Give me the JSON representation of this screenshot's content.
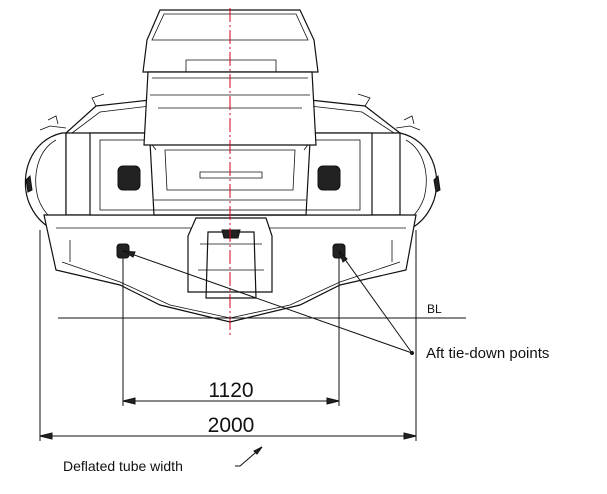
{
  "labels": {
    "baseline": "BL",
    "tie_down": "Aft tie-down points",
    "dim_inner": "1120",
    "dim_outer": "2000",
    "tube": "Deflated tube width"
  }
}
